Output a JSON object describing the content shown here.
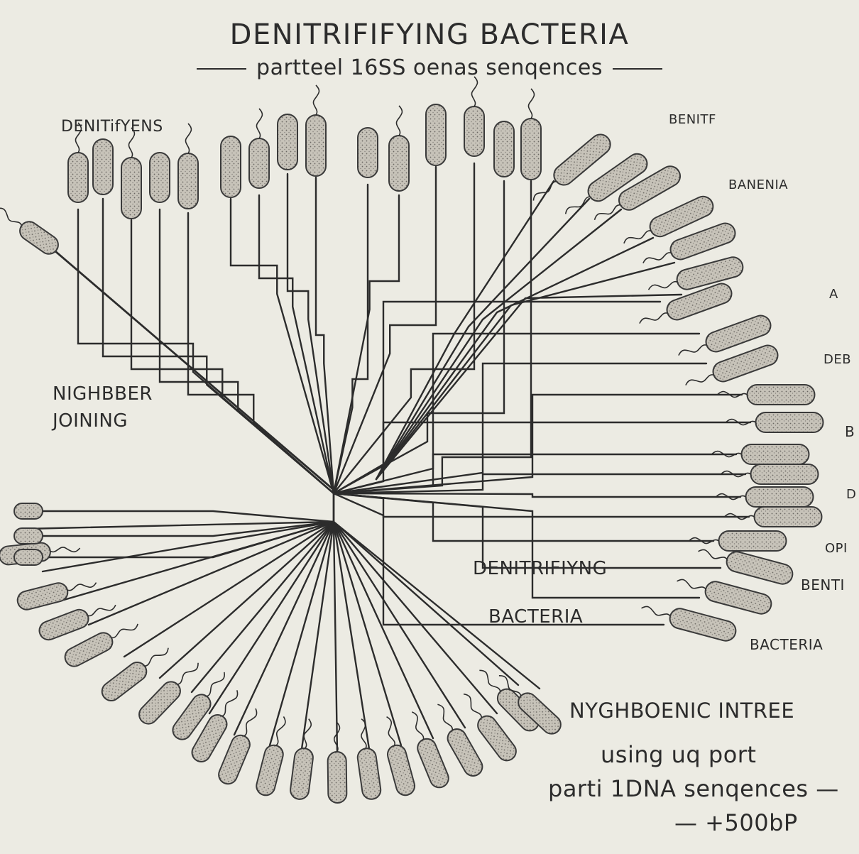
{
  "title": "DENITRIFIFYING BACTERIA",
  "subtitle": "partteel 16SS oenas senqences",
  "labels": {
    "top_left": "DENITifYENS",
    "top_right_1": "BENITF",
    "top_right_2": "BANENIA",
    "right_1": "A",
    "right_2": "DEB",
    "right_3": "B",
    "right_4": "D",
    "right_5": "OPI",
    "right_6": "BENTI",
    "right_7": "BACTERIA",
    "method_line1": "NIGHBBER",
    "method_line2": "JOINING",
    "middle_1": "DENITRIFIYNG",
    "middle_2": "BACTERIA"
  },
  "footer": {
    "line1": "NYGHBOENIC INTREE",
    "line2": "using uq port",
    "line3": "parti 1DNA senqences —",
    "line4": "— +500bP"
  },
  "colors": {
    "background": "#ecebe3",
    "ink": "#2c2c2c",
    "cell_fill": "#b9b5ab",
    "cell_stroke": "#3a3a3a"
  }
}
